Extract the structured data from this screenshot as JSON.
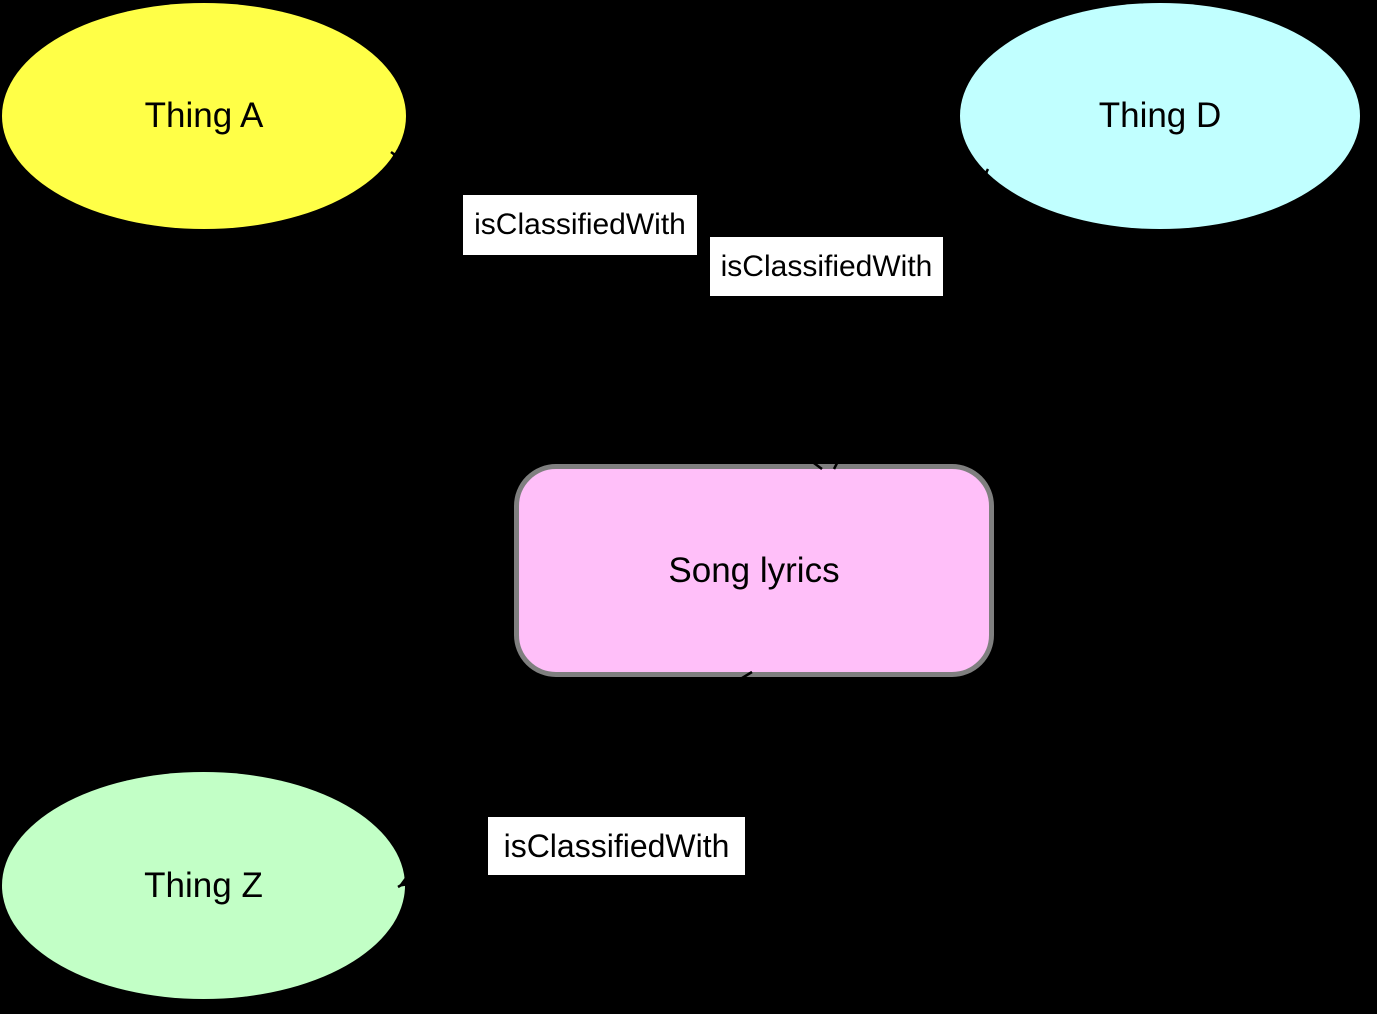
{
  "diagram": {
    "background_color": "#000000",
    "edge_color": "#000000",
    "nodes": [
      {
        "id": "thing-a",
        "label": "Thing A",
        "shape": "ellipse",
        "fill_color": "#FFFF47",
        "text_color": "#000000"
      },
      {
        "id": "thing-d",
        "label": "Thing D",
        "shape": "ellipse",
        "fill_color": "#C1FFFF",
        "text_color": "#000000"
      },
      {
        "id": "song-lyrics",
        "label": "Song lyrics",
        "shape": "rounded-rectangle",
        "fill_color": "#FFBFF9",
        "border_color": "#7F7F7F",
        "text_color": "#000000"
      },
      {
        "id": "thing-z",
        "label": "Thing Z",
        "shape": "ellipse",
        "fill_color": "#C2FFC6",
        "text_color": "#000000"
      }
    ],
    "edges": [
      {
        "id": "edge-song-lyrics-thing-a",
        "from": "song-lyrics",
        "to": "thing-a",
        "label": "isClassifiedWith",
        "label_bg": "#FFFFFF",
        "label_text_color": "#000000"
      },
      {
        "id": "edge-song-lyrics-thing-d",
        "from": "song-lyrics",
        "to": "thing-d",
        "label": "isClassifiedWith",
        "label_bg": "#FFFFFF",
        "label_text_color": "#000000"
      },
      {
        "id": "edge-song-lyrics-thing-z",
        "from": "song-lyrics",
        "to": "thing-z",
        "label": "isClassifiedWith",
        "label_bg": "#FFFFFF",
        "label_text_color": "#000000"
      }
    ]
  }
}
